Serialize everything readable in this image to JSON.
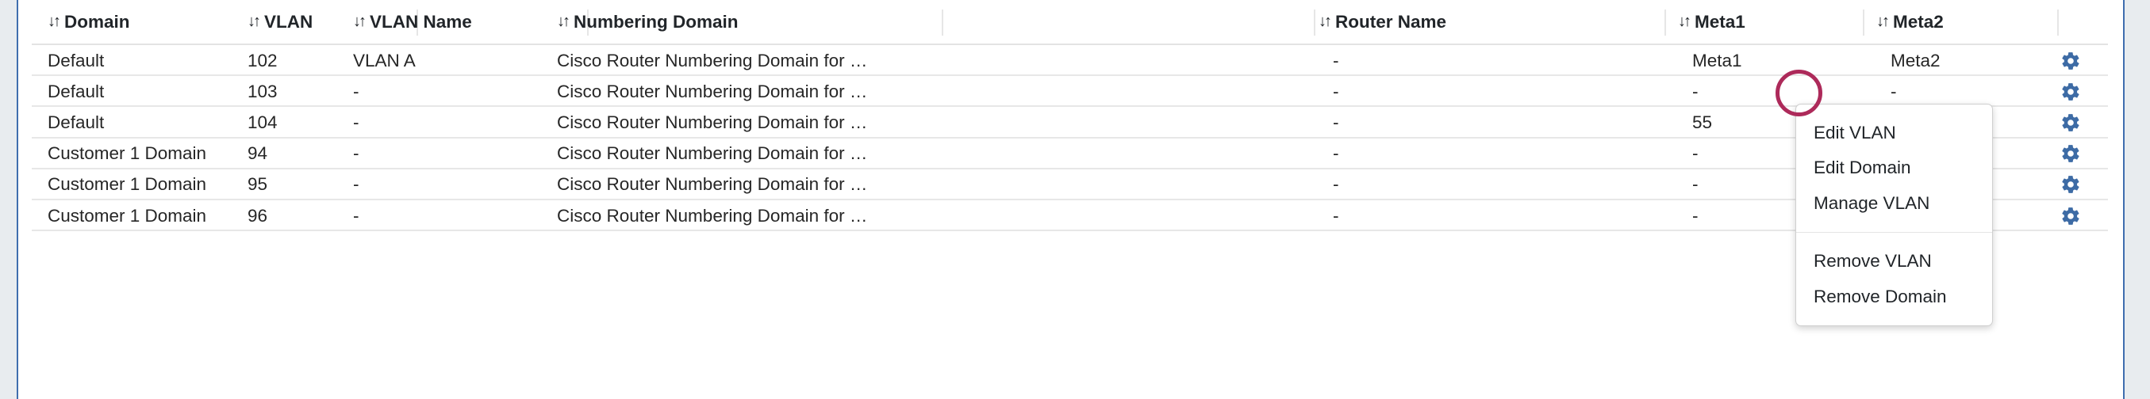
{
  "theme": {
    "panel_border_blue": "#3f6eae",
    "page_background": "#e8ecef",
    "gear_icon_color": "#3d6ba5",
    "annotation_circle_color": "#ad2a5a",
    "text_color": "#262626",
    "row_divider": "#e7e7e7"
  },
  "table": {
    "sort_icon": "↓↑",
    "columns": [
      {
        "key": "domain",
        "label": "Domain"
      },
      {
        "key": "vlan",
        "label": "VLAN"
      },
      {
        "key": "vlan_name",
        "label": "VLAN Name"
      },
      {
        "key": "numbering_domain",
        "label": "Numbering Domain"
      },
      {
        "key": "router_name",
        "label": "Router Name"
      },
      {
        "key": "meta1",
        "label": "Meta1"
      },
      {
        "key": "meta2",
        "label": "Meta2"
      }
    ],
    "row_action_icon": "gear-icon",
    "rows": [
      {
        "domain": "Default",
        "vlan": "102",
        "vlan_name": "VLAN A",
        "numbering_domain": "Cisco Router Numbering Domain for …",
        "router_name": "-",
        "meta1": "Meta1",
        "meta2": "Meta2"
      },
      {
        "domain": "Default",
        "vlan": "103",
        "vlan_name": "-",
        "numbering_domain": "Cisco Router Numbering Domain for …",
        "router_name": "-",
        "meta1": "-",
        "meta2": "-"
      },
      {
        "domain": "Default",
        "vlan": "104",
        "vlan_name": "-",
        "numbering_domain": "Cisco Router Numbering Domain for …",
        "router_name": "-",
        "meta1": "55",
        "meta2": "-"
      },
      {
        "domain": "Customer 1 Domain",
        "vlan": "94",
        "vlan_name": "-",
        "numbering_domain": "Cisco Router Numbering Domain for …",
        "router_name": "-",
        "meta1": "-",
        "meta2": "-"
      },
      {
        "domain": "Customer 1 Domain",
        "vlan": "95",
        "vlan_name": "-",
        "numbering_domain": "Cisco Router Numbering Domain for …",
        "router_name": "-",
        "meta1": "-",
        "meta2": "-"
      },
      {
        "domain": "Customer 1 Domain",
        "vlan": "96",
        "vlan_name": "-",
        "numbering_domain": "Cisco Router Numbering Domain for …",
        "router_name": "-",
        "meta1": "-",
        "meta2": "-"
      }
    ]
  },
  "context_menu": {
    "open": true,
    "groups": [
      {
        "items": [
          {
            "key": "edit-vlan",
            "label": "Edit VLAN"
          },
          {
            "key": "edit-domain",
            "label": "Edit Domain"
          },
          {
            "key": "manage-vlan",
            "label": "Manage VLAN"
          }
        ]
      },
      {
        "items": [
          {
            "key": "remove-vlan",
            "label": "Remove VLAN"
          },
          {
            "key": "remove-domain",
            "label": "Remove Domain"
          }
        ]
      }
    ]
  }
}
